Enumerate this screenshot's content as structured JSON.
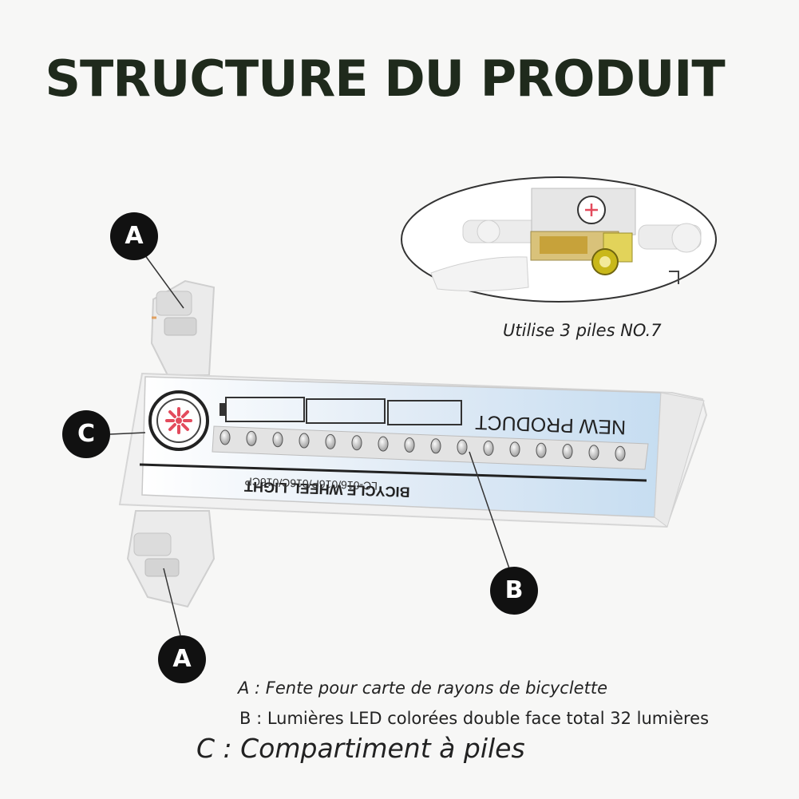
{
  "title": "STRUCTURE DU PRODUIT",
  "markers": {
    "a_top": "A",
    "a_bottom": "A",
    "b": "B",
    "c": "C"
  },
  "battery_caption": "Utilise 3 piles NO.7",
  "device_print": {
    "label_top": "NEW PRODUCT",
    "label_name": "BICYCLE WHEEL LIGHT",
    "label_models": "LC-016/016P/016C/016CP"
  },
  "legend": {
    "a": "A : Fente pour carte de rayons de bicyclette",
    "b": "B : Lumières LED colorées double face total 32 lumières",
    "c": "C : Compartiment à piles"
  },
  "colors": {
    "title": "#1f2a1c",
    "marker": "#111111",
    "label_blue": "#cfe3f3",
    "battery": "#c9b81a"
  }
}
